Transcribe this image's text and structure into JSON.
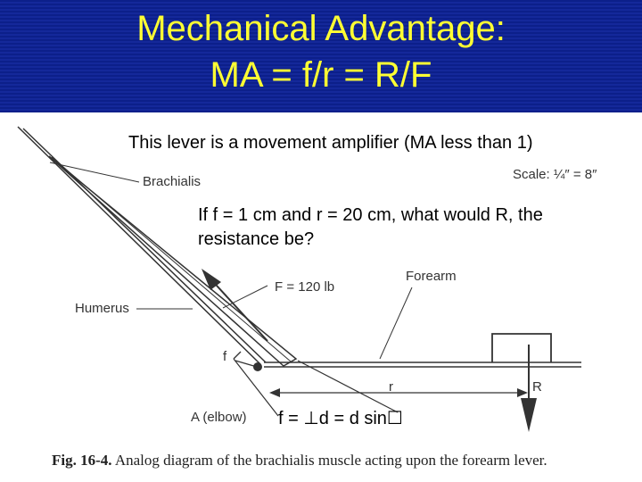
{
  "header": {
    "title_line1": "Mechanical Advantage:",
    "title_line2": "MA = f/r = R/F"
  },
  "notes": {
    "amplifier": "This lever is a movement amplifier (MA less than 1)",
    "question": "If f = 1 cm and r = 20 cm, what would R, the resistance be?",
    "formula": "f = ⊥d = d sin☐"
  },
  "figure": {
    "labels": {
      "brachialis": "Brachialis",
      "scale": "Scale: ¼″ = 8″",
      "humerus": "Humerus",
      "force": "F = 120 lb",
      "forearm": "Forearm",
      "f": "f",
      "r": "r",
      "R": "R",
      "elbow": "A (elbow)"
    },
    "caption_prefix": "Fig. 16-4.",
    "caption_text": "Analog diagram of the brachialis muscle acting upon the forearm lever."
  },
  "colors": {
    "header_bg": "#0c1f8a",
    "title_text": "#ffff33",
    "diagram_ink": "#333333"
  }
}
